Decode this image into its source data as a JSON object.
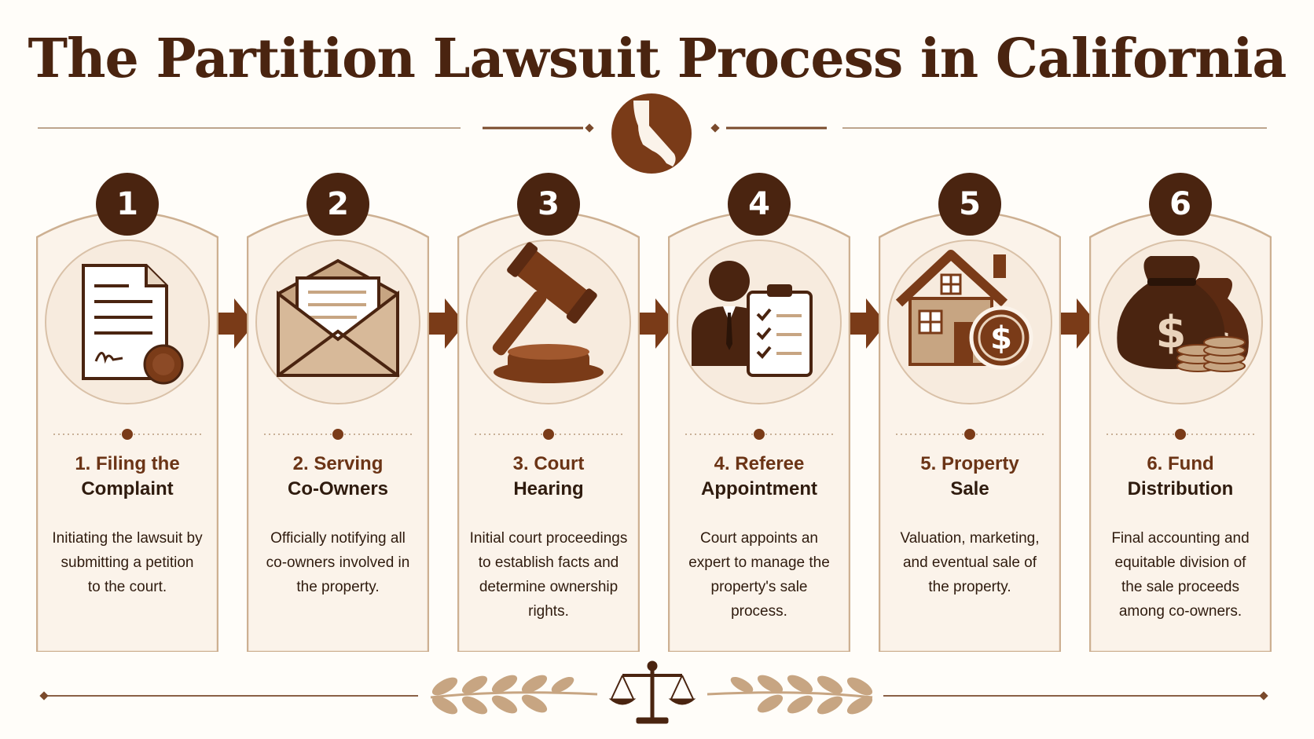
{
  "title": "The Partition Lawsuit Process in California",
  "colors": {
    "primary_dark": "#4a2410",
    "accent": "#7a3b18",
    "card_fill": "#fbf3ea",
    "card_border": "#cdb092",
    "icon_tan": "#c7a582"
  },
  "steps": [
    {
      "number": "1",
      "title_line1": "1. Filing the",
      "title_line2": "Complaint",
      "desc": [
        "Initiating the lawsuit by",
        "submitting a petition",
        "to the court."
      ],
      "icon": "document-seal-icon"
    },
    {
      "number": "2",
      "title_line1": "2. Serving",
      "title_line2": "Co-Owners",
      "desc": [
        "Officially notifying all",
        "co-owners involved in",
        "the property."
      ],
      "icon": "envelope-icon"
    },
    {
      "number": "3",
      "title_line1": "3. Court",
      "title_line2": "Hearing",
      "desc": [
        "Initial court proceedings",
        "to establish facts and",
        "determine ownership",
        "rights."
      ],
      "icon": "gavel-icon"
    },
    {
      "number": "4",
      "title_line1": "4. Referee",
      "title_line2": "Appointment",
      "desc": [
        "Court appoints an",
        "expert to manage the",
        "property's sale",
        "process."
      ],
      "icon": "referee-clipboard-icon"
    },
    {
      "number": "5",
      "title_line1": "5. Property",
      "title_line2": "Sale",
      "desc": [
        "Valuation, marketing,",
        "and eventual sale of",
        "the property."
      ],
      "icon": "house-dollar-icon"
    },
    {
      "number": "6",
      "title_line1": "6. Fund",
      "title_line2": "Distribution",
      "desc": [
        "Final accounting and",
        "equitable division of",
        "the sale proceeds",
        "among co-owners."
      ],
      "icon": "money-bags-icon"
    }
  ],
  "decorations": {
    "top_emblem": "california-map-icon",
    "bottom_emblem": "scales-of-justice-icon",
    "bottom_ornament": "laurel-branch-icon",
    "connector": "arrow-right-icon"
  }
}
